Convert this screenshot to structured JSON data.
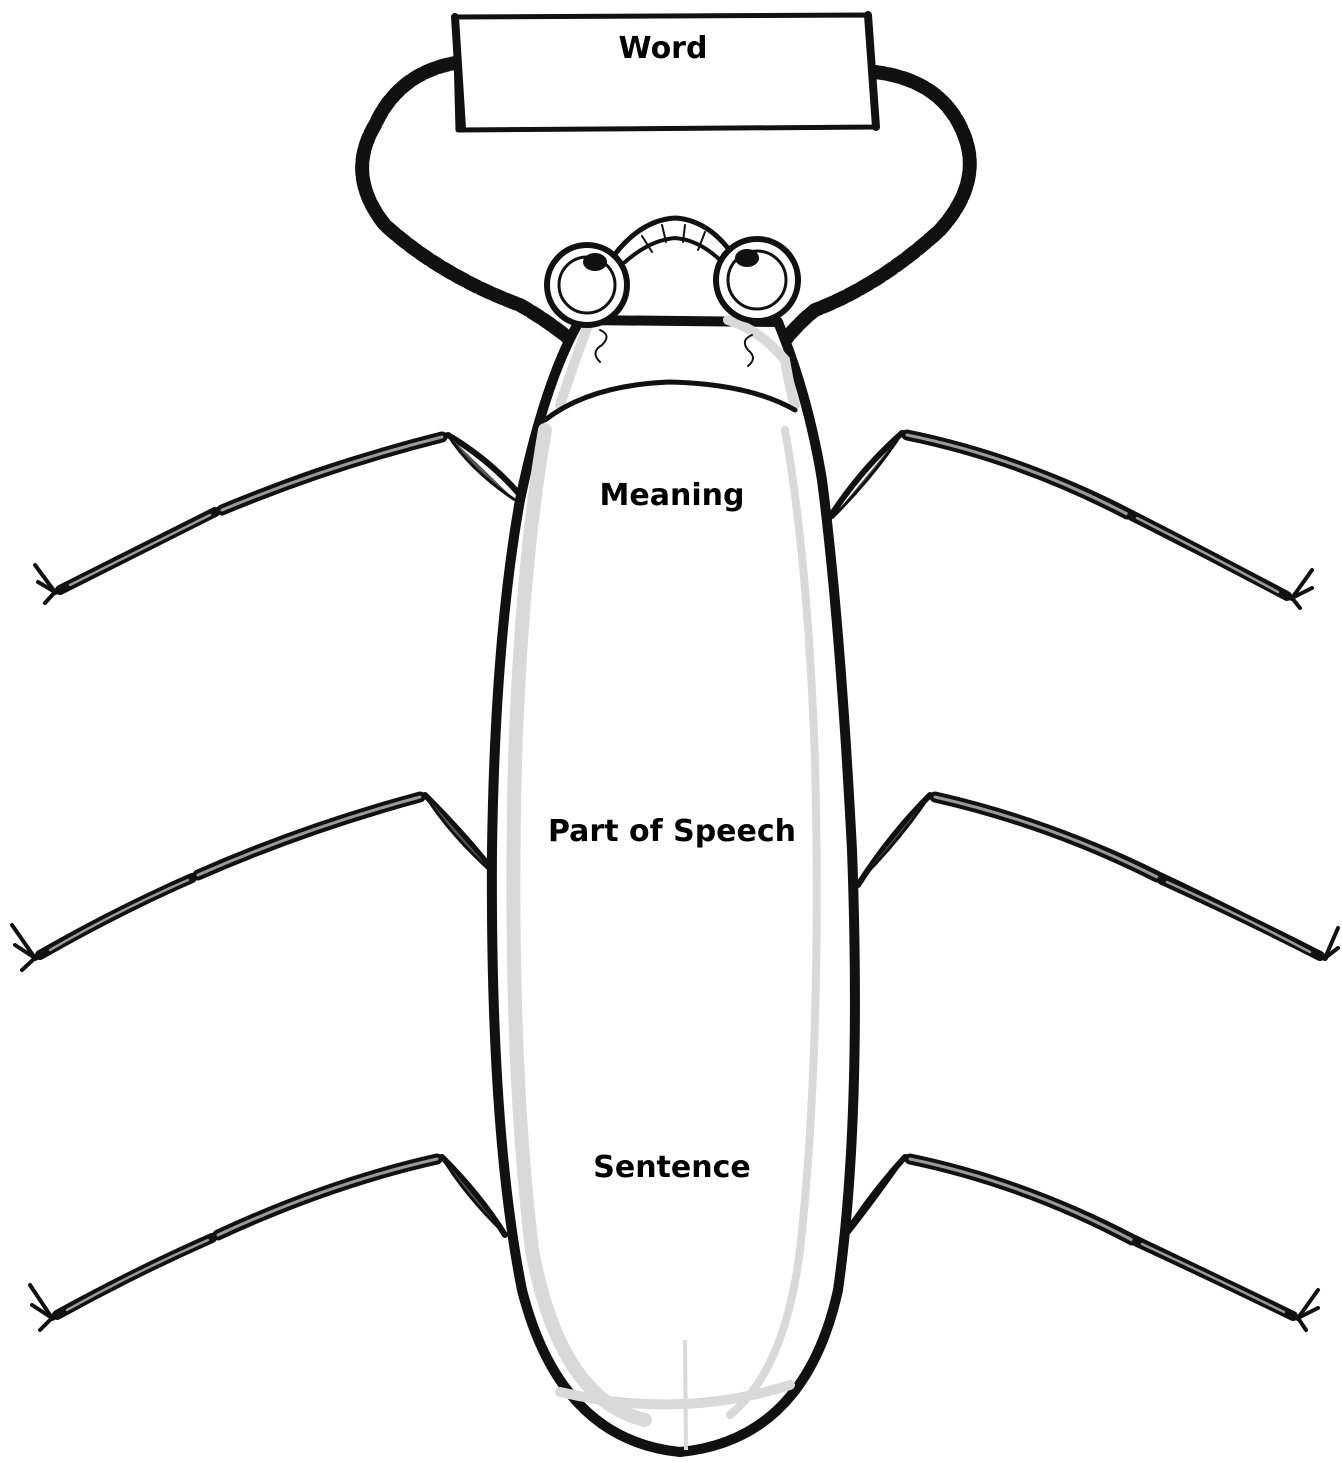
{
  "worksheet": {
    "labels": {
      "word": "Word",
      "meaning": "Meaning",
      "part_of_speech": "Part of Speech",
      "sentence": "Sentence"
    }
  },
  "colors": {
    "ink": "#111111",
    "body_shading": "#d9d9da",
    "leg_highlight": "#9a9a9a",
    "background": "#ffffff"
  },
  "icons": {
    "creature": "beetle-bug-icon"
  }
}
